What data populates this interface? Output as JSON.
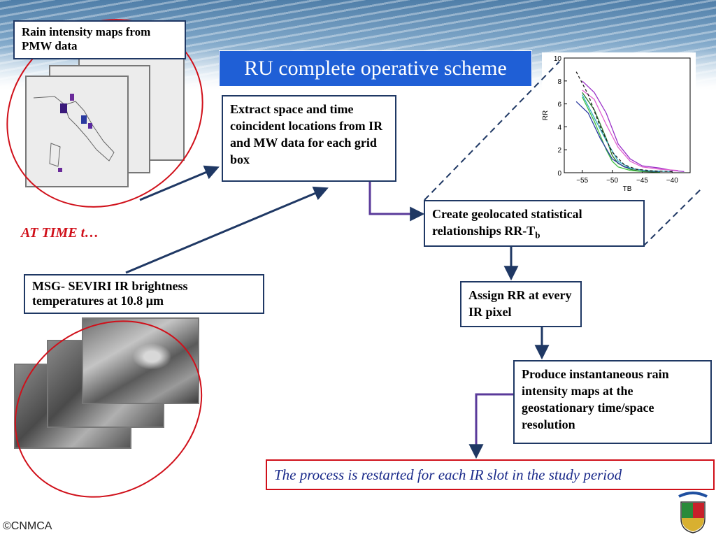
{
  "title": "RU complete operative scheme",
  "boxes": {
    "pmw_label": "Rain intensity maps from PMW data",
    "extract": "Extract space and time coincident locations from IR and MW data for each grid box",
    "create_pre": "Create geolocated statistical relationships RR-T",
    "create_sub": "b",
    "assign": "Assign RR at every IR pixel",
    "produce": "Produce instantaneous rain intensity maps at the geostationary time/space resolution",
    "msg": "MSG- SEVIRI IR brightness temperatures at 10.8 µm",
    "restart": "The process is restarted for each IR slot in the study period"
  },
  "at_time": "AT TIME t…",
  "copyright": "©CNMCA",
  "colors": {
    "title_bg": "#1f5fd6",
    "box_border": "#1f3864",
    "highlight_red": "#d0101a",
    "connector_purple": "#5a3a9a"
  },
  "inset_chart": {
    "chart_data": {
      "type": "line",
      "xlabel": "TB",
      "ylabel": "RR",
      "xlim": [
        -58,
        -37
      ],
      "ylim": [
        0,
        10
      ],
      "xticks": [
        -55,
        -50,
        -45,
        -40
      ],
      "yticks": [
        0,
        2,
        4,
        6,
        8,
        10
      ],
      "series": [
        {
          "color": "#9b30c8",
          "x": [
            -55,
            -53,
            -51,
            -49,
            -47,
            -45,
            -42,
            -40,
            -38
          ],
          "y": [
            8.0,
            7.0,
            5.2,
            2.5,
            1.2,
            0.6,
            0.4,
            0.2,
            0.1
          ]
        },
        {
          "color": "#2a7a2a",
          "x": [
            -55,
            -53,
            -51,
            -50,
            -49,
            -47,
            -45,
            -42
          ],
          "y": [
            7.0,
            5.5,
            3.0,
            1.5,
            0.8,
            0.3,
            0.1,
            0.05
          ]
        },
        {
          "color": "#40c040",
          "x": [
            -55,
            -53,
            -51,
            -50,
            -49,
            -47,
            -45
          ],
          "y": [
            6.6,
            4.5,
            2.0,
            1.0,
            0.5,
            0.2,
            0.1
          ]
        },
        {
          "color": "#2a3aa0",
          "x": [
            -56,
            -54,
            -52,
            -50,
            -48,
            -46,
            -44,
            -42
          ],
          "y": [
            6.2,
            5.2,
            3.0,
            1.2,
            0.5,
            0.3,
            0.15,
            0.1
          ]
        },
        {
          "color": "#30b0c0",
          "x": [
            -55,
            -53,
            -51,
            -49,
            -47,
            -45,
            -43,
            -40
          ],
          "y": [
            6.8,
            4.8,
            2.8,
            1.0,
            0.4,
            0.2,
            0.15,
            0.1
          ]
        },
        {
          "color": "#e060d0",
          "x": [
            -55,
            -53,
            -51,
            -49,
            -47,
            -45,
            -42,
            -39
          ],
          "y": [
            7.2,
            6.4,
            4.2,
            2.2,
            1.0,
            0.5,
            0.3,
            0.2
          ]
        },
        {
          "color": "#202020",
          "dashed": true,
          "x": [
            -56,
            -54,
            -52,
            -50,
            -48,
            -46,
            -43,
            -40
          ],
          "y": [
            8.8,
            6.8,
            4.0,
            1.8,
            0.7,
            0.3,
            0.15,
            0.1
          ]
        }
      ]
    }
  }
}
